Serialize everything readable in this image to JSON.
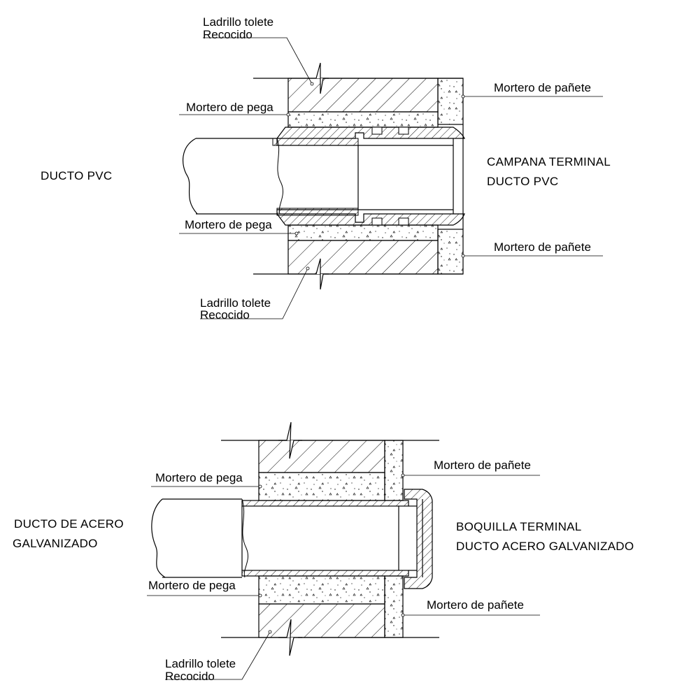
{
  "diagram_pvc": {
    "title_left": "DUCTO PVC",
    "title_right_line1": "CAMPANA TERMINAL",
    "title_right_line2": "DUCTO PVC",
    "label_brick_top_1": "Ladrillo tolete",
    "label_brick_top_2": "Recocido",
    "label_mortar_top": "Mortero de pega",
    "label_plaster_top": "Mortero de pañete",
    "label_mortar_bottom": "Mortero de pega",
    "label_plaster_bottom": "Mortero de pañete",
    "label_brick_bottom_1": "Ladrillo tolete",
    "label_brick_bottom_2": "Recocido"
  },
  "diagram_steel": {
    "title_left_line1": "DUCTO DE ACERO",
    "title_left_line2": "GALVANIZADO",
    "title_right_line1": "BOQUILLA TERMINAL",
    "title_right_line2": "DUCTO ACERO GALVANIZADO",
    "label_mortar_top": "Mortero de pega",
    "label_plaster_top": "Mortero de pañete",
    "label_mortar_bottom": "Mortero de pega",
    "label_plaster_bottom": "Mortero de pañete",
    "label_brick_bottom_1": "Ladrillo tolete",
    "label_brick_bottom_2": "Recocido"
  }
}
